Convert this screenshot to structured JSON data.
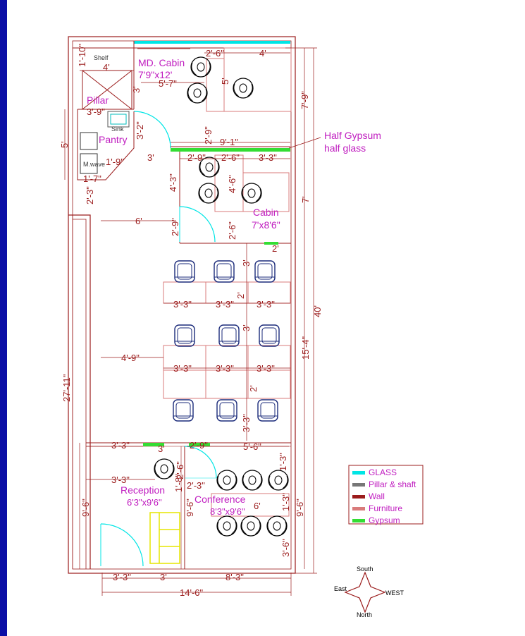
{
  "rooms": {
    "md_cabin": {
      "name": "MD. Cabin",
      "size": "7'9\"x12'"
    },
    "cabin": {
      "name": "Cabin",
      "size": "7'x8'6\""
    },
    "reception": {
      "name": "Reception",
      "size": "6'3\"x9'6\""
    },
    "conference": {
      "name": "Conference",
      "size": "8'3\"x9'6\""
    },
    "pantry": {
      "name": "Pantry"
    },
    "pillar": {
      "name": "Pillar"
    }
  },
  "fixtures": {
    "shelf": "Shelf",
    "sink": "Sink",
    "microwave": "M.wave"
  },
  "callout": {
    "line1": "Half Gypsum",
    "line2": "half glass"
  },
  "dims": {
    "d_1_10": "1'-10\"",
    "d_4_shelf": "4'",
    "d_2_6_top": "2'-6\"",
    "d_4_top": "4'",
    "d_5_7": "5'-7\"",
    "d_3_left": "3'",
    "d_3_9": "3'-9\"",
    "d_5_pantry": "5'",
    "d_3_2": "3'-2\"",
    "d_2_9_md": "2'-9\"",
    "d_9_1": "9'-1\"",
    "d_3_door": "3'",
    "d_2_3": "2'-3\"",
    "d_1_7": "1'-7\"",
    "d_1_9": "1'-9\"",
    "d_7_9": "7'-9\"",
    "d_5_chair": "5'",
    "d_2_9_cab": "2'-9\"",
    "d_2_6_cab": "2'-6\"",
    "d_3_3_cab": "3'-3\"",
    "d_4_3": "4'-3\"",
    "d_4_6": "4'-6\"",
    "d_2_9_door": "2'-9\"",
    "d_2_6_low": "2'-6\"",
    "d_7_right": "7'",
    "d_6": "6'",
    "d_2_gap": "2'",
    "d_40": "40'",
    "d_3_ws1": "3'",
    "d_2_ws1": "2'",
    "ws_a1": "3'-3\"",
    "ws_a2": "3'-3\"",
    "ws_a3": "3'-3\"",
    "d_15_4": "15'-4\"",
    "d_3_ws2": "3'",
    "d_4_9": "4'-9\"",
    "ws_b1": "3'-3\"",
    "ws_b2": "3'-3\"",
    "ws_b3": "3'-3\"",
    "d_2_ws2": "2'",
    "d_3_3_ws3": "3'-3\"",
    "d_27_11": "27'-11\"",
    "d_3_3_rec": "3'-3\"",
    "d_3_rec": "3'",
    "d_2_9_conf": "2'-9\"",
    "d_5_6": "5'-6\"",
    "d_2_6_rec": "2'-6\"",
    "d_3_3_rec2": "3'-3\"",
    "d_1_8": "1'-8\"",
    "d_2_3_conf": "2'-3\"",
    "d_1_3": "1'-3\"",
    "d_6_conf": "6'",
    "d_9_6_left": "9'-6\"",
    "d_9_6_mid": "9'-6\"",
    "d_9_6_right": "9'-6\"",
    "d_3_6": "3'-6\"",
    "d_1_3b": "1'-3\"",
    "d_3_3_bot": "3'-3\"",
    "d_3_bot": "3'",
    "d_8_3": "8'-3\"",
    "d_14_6": "14'-6\""
  },
  "legend": [
    {
      "label": "GLASS",
      "color": "#00e5e5"
    },
    {
      "label": "Pillar & shaft",
      "color": "#777777"
    },
    {
      "label": "Wall",
      "color": "#9b1c1c"
    },
    {
      "label": "Furniture",
      "color": "#d97b7b"
    },
    {
      "label": "Gypsum",
      "color": "#33dd33"
    }
  ],
  "compass": {
    "south": "South",
    "east": "East",
    "west": "WEST",
    "north": "North"
  },
  "colors": {
    "wall": "#9b1c1c",
    "glass": "#00e5e5",
    "furniture": "#d97b7b",
    "gypsum": "#33dd33",
    "text": "#c01ec0",
    "frame": "#0b0fa6",
    "chair": "#1a2a7a",
    "counter": "#e5e500"
  }
}
